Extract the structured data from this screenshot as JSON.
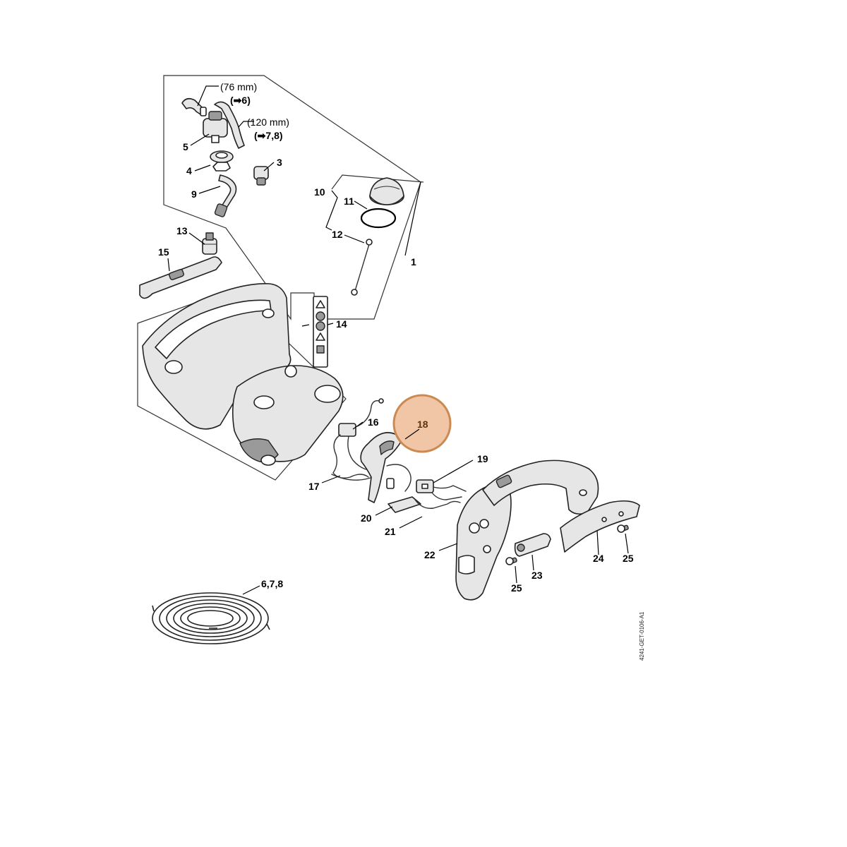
{
  "diagram": {
    "part_labels": {
      "p1": "1",
      "p3": "3",
      "p4": "4",
      "p5": "5",
      "p9": "9",
      "p10": "10",
      "p11": "11",
      "p12": "12",
      "p13": "13",
      "p14": "14",
      "p15": "15",
      "p16": "16",
      "p17": "17",
      "p18": "18",
      "p19": "19",
      "p20": "20",
      "p21": "21",
      "p22": "22",
      "p23": "23",
      "p24": "24",
      "p25a": "25",
      "p25b": "25",
      "p678": "6,7,8"
    },
    "hose_notes": {
      "short_length": "(76 mm)",
      "short_target": "6",
      "long_length": "(120 mm)",
      "long_target": "7,8"
    },
    "arrow_glyph": "➡",
    "highlighted_part": "18",
    "highlight_color": "#e6a06a",
    "reference_code": "4241-GET-0106-A1"
  }
}
